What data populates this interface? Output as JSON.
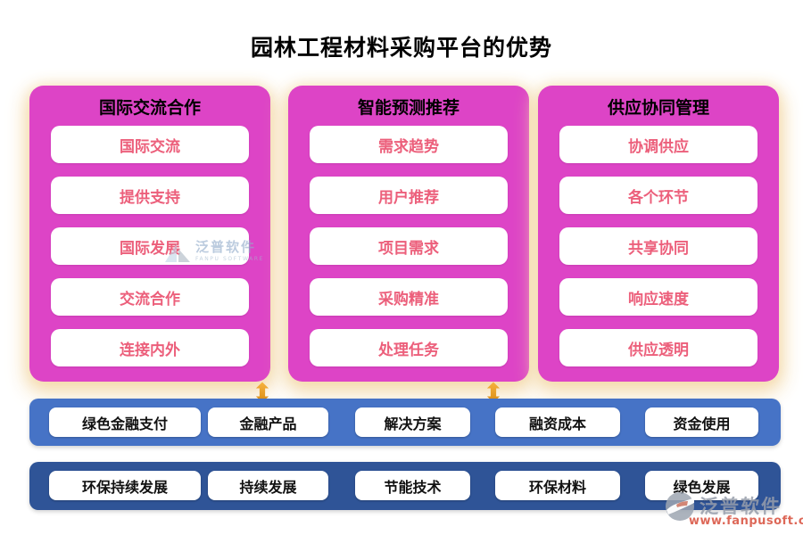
{
  "title": "园林工程材料采购平台的优势",
  "columns": [
    {
      "header": "国际交流合作",
      "items": [
        "国际交流",
        "提供支持",
        "国际发展",
        "交流合作",
        "连接内外"
      ]
    },
    {
      "header": "智能预测推荐",
      "items": [
        "需求趋势",
        "用户推荐",
        "项目需求",
        "采购精准",
        "处理任务"
      ]
    },
    {
      "header": "供应协同管理",
      "items": [
        "协调供应",
        "各个环节",
        "共享协同",
        "响应速度",
        "供应透明"
      ]
    }
  ],
  "bars": [
    {
      "items": [
        "绿色金融支付",
        "金融产品",
        "解决方案",
        "融资成本",
        "资金使用"
      ]
    },
    {
      "items": [
        "环保持续发展",
        "持续发展",
        "节能技术",
        "环保材料",
        "绿色发展"
      ]
    }
  ],
  "watermarks": {
    "center": {
      "brand": "泛普软件",
      "caption": "FANPU SOFTWARE"
    },
    "corner": {
      "brand": "泛普软件",
      "url": "www.fanpusoft.com"
    }
  },
  "icons": {
    "arrows": "double-headed-vertical-arrow-icon",
    "logo": "fanpu-logo-icon"
  },
  "colors": {
    "column_bg": "#DD44C6",
    "item_text": "#EC5F7B",
    "header_text": "#000000",
    "bar1_bg": "#4673C6",
    "bar2_bg": "#2F5497",
    "pill_text": "#111111",
    "arrow_top": "#F6B23F",
    "arrow_bottom": "#DB8D13",
    "watermark_url_text": "#D95846"
  }
}
